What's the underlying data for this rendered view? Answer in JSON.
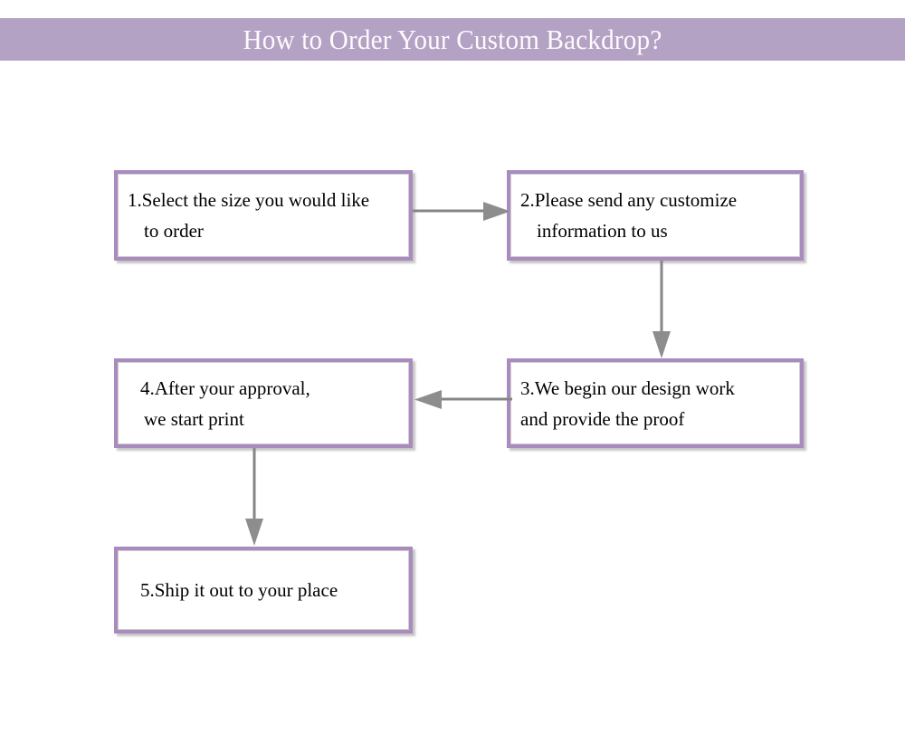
{
  "header": {
    "title": "How to Order Your Custom Backdrop?",
    "band_color": "#b4a2c4",
    "text_color": "#fdfbfd"
  },
  "theme": {
    "box_border_color": "#a98cbd",
    "box_fill_color": "#ffffff",
    "arrow_color": "#808080",
    "text_color": "#000000",
    "page_background": "#ffffff"
  },
  "flowchart": {
    "type": "process-flow",
    "steps": [
      {
        "id": "step-1",
        "number": "1.",
        "line1": "1.Select the size you would like",
        "line2": "to order",
        "full_text": "1.Select the size you would like to order"
      },
      {
        "id": "step-2",
        "number": "2.",
        "line1": "2.Please send any customize",
        "line2": "information to us",
        "full_text": "2.Please send any customize information to us"
      },
      {
        "id": "step-3",
        "number": "3.",
        "line1": "3.We begin our design work",
        "line2": "and provide the proof",
        "full_text": "3.We begin our design work and provide the proof"
      },
      {
        "id": "step-4",
        "number": "4.",
        "line1": "4.After your approval,",
        "line2": "we start print",
        "full_text": "4.After your approval, we start print"
      },
      {
        "id": "step-5",
        "number": "5.",
        "line1": "5.Ship it out to your place",
        "line2": "",
        "full_text": "5.Ship it out to your place"
      }
    ],
    "connectors": [
      {
        "id": "arrow-1-to-2",
        "from": "step-1",
        "to": "step-2",
        "direction": "right"
      },
      {
        "id": "arrow-2-to-3",
        "from": "step-2",
        "to": "step-3",
        "direction": "down"
      },
      {
        "id": "arrow-3-to-4",
        "from": "step-3",
        "to": "step-4",
        "direction": "left"
      },
      {
        "id": "arrow-4-to-5",
        "from": "step-4",
        "to": "step-5",
        "direction": "down"
      }
    ]
  }
}
